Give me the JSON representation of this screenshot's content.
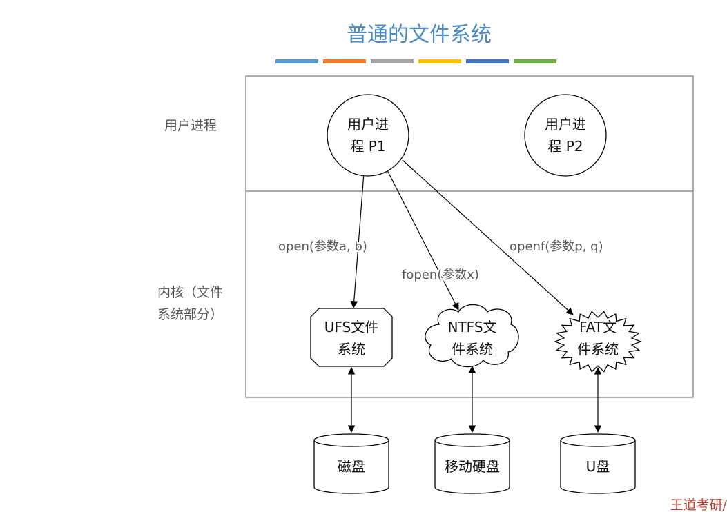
{
  "title": "普通的文件系统",
  "accent_colors": [
    "#5b9bd5",
    "#ed7d31",
    "#a5a5a5",
    "#ffc000",
    "#4472c4",
    "#70ad47"
  ],
  "left_labels": {
    "user_process": "用户进程",
    "kernel_line1": "内核（文件",
    "kernel_line2": "系统部分）"
  },
  "processes": [
    {
      "line1": "用户进",
      "line2": "程 P1"
    },
    {
      "line1": "用户进",
      "line2": "程 P2"
    }
  ],
  "file_systems": {
    "ufs": {
      "line1": "UFS文件",
      "line2": "系统"
    },
    "ntfs": {
      "line1": "NTFS文",
      "line2": "件系统"
    },
    "fat": {
      "line1": "FAT文",
      "line2": "件系统"
    }
  },
  "calls": {
    "open": "open(参数a, b)",
    "fopen": "fopen(参数x)",
    "openf": "openf(参数p, q)"
  },
  "devices": {
    "disk": "磁盘",
    "mobile_disk": "移动硬盘",
    "usb": "U盘"
  },
  "brand": "王道考研/"
}
